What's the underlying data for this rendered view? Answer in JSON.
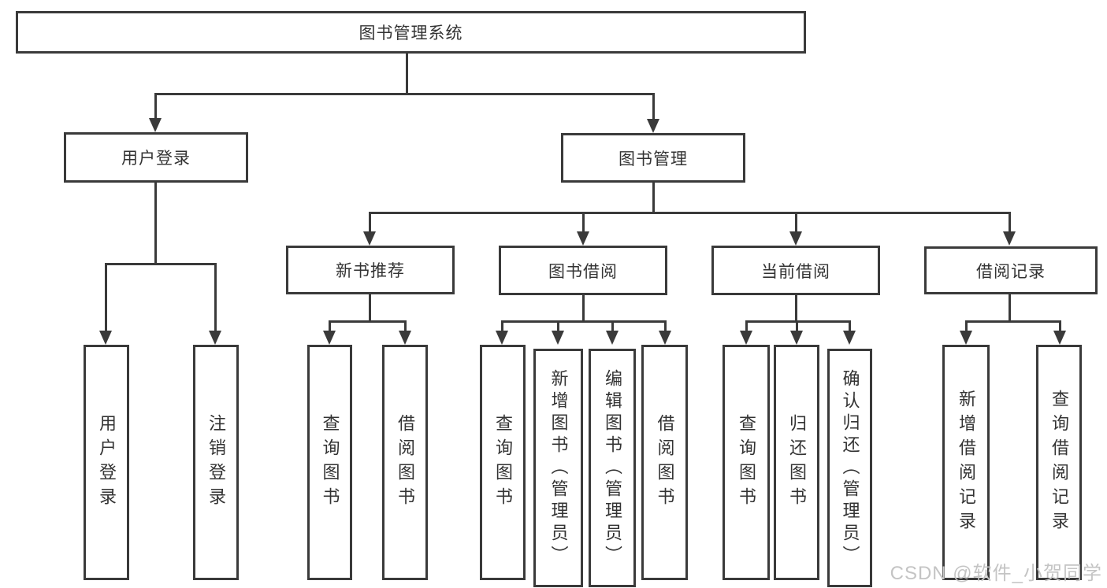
{
  "nodes": {
    "root": "图书管理系统",
    "user_login": "用户登录",
    "book_mgmt": "图书管理",
    "new_book": "新书推荐",
    "book_borrow": "图书借阅",
    "current_borrow": "当前借阅",
    "borrow_record": "借阅记录"
  },
  "leaves": [
    "用户登录",
    "注销登录",
    "查询图书",
    "借阅图书",
    "查询图书",
    "新增图书（管理员）",
    "编辑图书（管理员）",
    "借阅图书",
    "查询图书",
    "归还图书",
    "确认归还（管理员）",
    "新增借阅记录",
    "查询借阅记录"
  ],
  "watermark": "CSDN @软件_小贺同学",
  "colors": {
    "line": "#3a3a3a",
    "text": "#333333",
    "watermark": "#c4c4c4"
  }
}
